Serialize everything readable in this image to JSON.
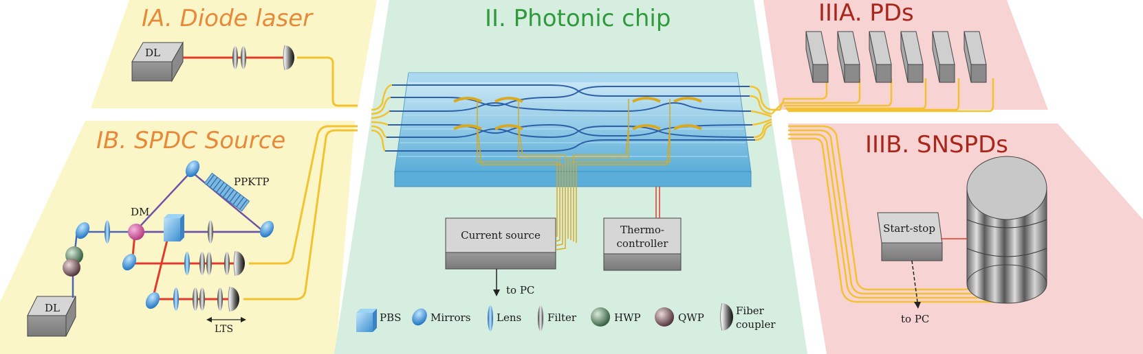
{
  "titles": {
    "diode_laser": "IA. Diode laser",
    "spdc": "IB. SPDC Source",
    "chip": "II. Photonic chip",
    "pds": "IIIA. PDs",
    "snspds": "IIIB. SNSPDs"
  },
  "labels": {
    "dl_top": "DL",
    "dl_bottom": "DL",
    "dm": "DM",
    "ppktp": "PPKTP",
    "lts": "LTS",
    "current_source": "Current source",
    "thermo_line1": "Thermo-",
    "thermo_line2": "controller",
    "to_pc_chip": "to PC",
    "start_stop": "Start-stop",
    "to_pc_snspd": "to PC"
  },
  "legend": [
    {
      "icon": "pbs-icon",
      "label": "PBS"
    },
    {
      "icon": "mirror-icon",
      "label": "Mirrors"
    },
    {
      "icon": "lens-icon",
      "label": "Lens"
    },
    {
      "icon": "filter-icon",
      "label": "Filter"
    },
    {
      "icon": "hwp-icon",
      "label": "HWP"
    },
    {
      "icon": "qwp-icon",
      "label": "QWP"
    },
    {
      "icon": "fiber-coupler-icon",
      "label": "Fiber",
      "label2": "coupler"
    }
  ],
  "colors": {
    "panel_yellow": "#fbf6c8",
    "panel_green": "#d5eedf",
    "panel_pink": "#f8d3d3",
    "title_orange": "#e8893a",
    "title_green": "#2e9a3c",
    "title_red": "#a9261b",
    "fiber_yellow": "#f2c230",
    "laser_red": "#e03a2a",
    "waveguide_blue": "#2c5fa8",
    "chip_blue": "#7cc3e6"
  }
}
